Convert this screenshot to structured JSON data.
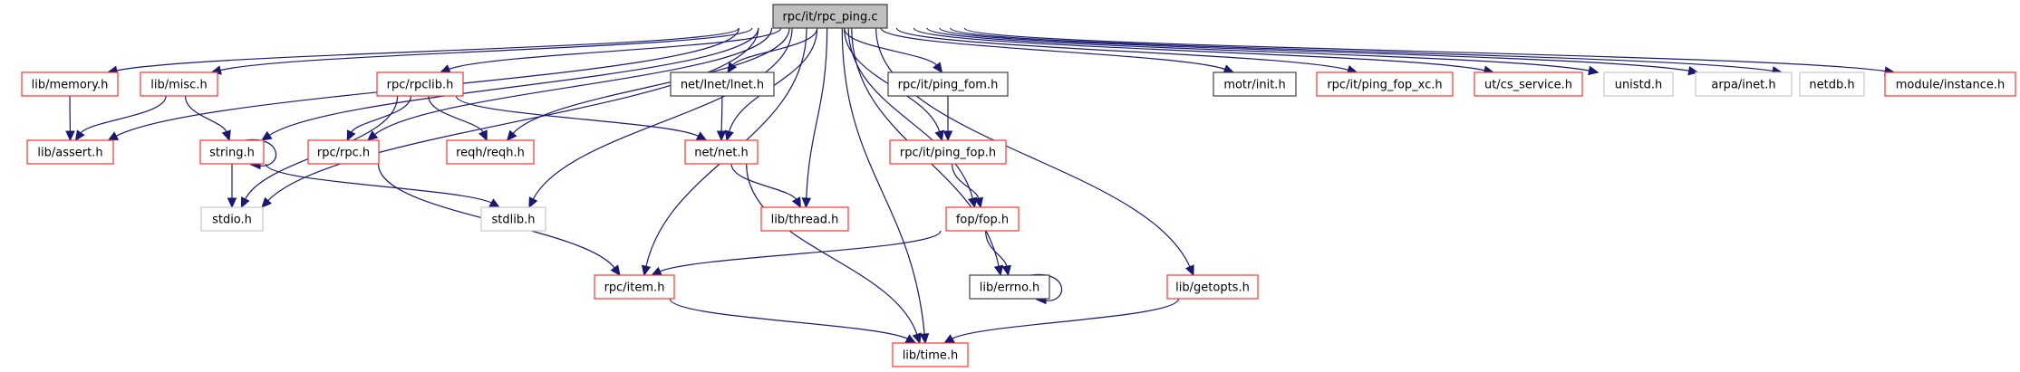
{
  "title": "rpc/it/rpc_ping.c",
  "colors": {
    "edge": "#191970",
    "root_fill": "#bfbfbf",
    "documented_border": "#404040",
    "undocumented_border": "#ff3333",
    "external_border": "#c8c8c8"
  },
  "nodes": [
    {
      "id": "root",
      "label": "rpc/it/rpc_ping.c",
      "kind": "root"
    },
    {
      "id": "lib_memory",
      "label": "lib/memory.h",
      "kind": "undocumented"
    },
    {
      "id": "lib_misc",
      "label": "lib/misc.h",
      "kind": "undocumented"
    },
    {
      "id": "rpc_rpclib",
      "label": "rpc/rpclib.h",
      "kind": "undocumented"
    },
    {
      "id": "net_lnet",
      "label": "net/lnet/lnet.h",
      "kind": "documented"
    },
    {
      "id": "ping_fom",
      "label": "rpc/it/ping_fom.h",
      "kind": "documented"
    },
    {
      "id": "motr_init",
      "label": "motr/init.h",
      "kind": "documented"
    },
    {
      "id": "ping_fop_xc",
      "label": "rpc/it/ping_fop_xc.h",
      "kind": "undocumented"
    },
    {
      "id": "cs_service",
      "label": "ut/cs_service.h",
      "kind": "undocumented"
    },
    {
      "id": "unistd",
      "label": "unistd.h",
      "kind": "external"
    },
    {
      "id": "arpa_inet",
      "label": "arpa/inet.h",
      "kind": "external"
    },
    {
      "id": "netdb",
      "label": "netdb.h",
      "kind": "external"
    },
    {
      "id": "module_instance",
      "label": "module/instance.h",
      "kind": "undocumented"
    },
    {
      "id": "lib_assert",
      "label": "lib/assert.h",
      "kind": "undocumented"
    },
    {
      "id": "string_h",
      "label": "string.h",
      "kind": "undocumented"
    },
    {
      "id": "rpc_rpc",
      "label": "rpc/rpc.h",
      "kind": "undocumented"
    },
    {
      "id": "reqh",
      "label": "reqh/reqh.h",
      "kind": "undocumented"
    },
    {
      "id": "net_net",
      "label": "net/net.h",
      "kind": "undocumented"
    },
    {
      "id": "ping_fop",
      "label": "rpc/it/ping_fop.h",
      "kind": "undocumented"
    },
    {
      "id": "stdio",
      "label": "stdio.h",
      "kind": "external"
    },
    {
      "id": "stdlib",
      "label": "stdlib.h",
      "kind": "external"
    },
    {
      "id": "lib_thread",
      "label": "lib/thread.h",
      "kind": "undocumented"
    },
    {
      "id": "fop_fop",
      "label": "fop/fop.h",
      "kind": "undocumented"
    },
    {
      "id": "rpc_item",
      "label": "rpc/item.h",
      "kind": "undocumented"
    },
    {
      "id": "lib_errno",
      "label": "lib/errno.h",
      "kind": "documented"
    },
    {
      "id": "lib_getopts",
      "label": "lib/getopts.h",
      "kind": "undocumented"
    },
    {
      "id": "lib_time",
      "label": "lib/time.h",
      "kind": "undocumented"
    }
  ],
  "edges": [
    [
      "root",
      "lib_assert"
    ],
    [
      "root",
      "lib_memory"
    ],
    [
      "root",
      "lib_misc"
    ],
    [
      "root",
      "string_h"
    ],
    [
      "root",
      "stdio"
    ],
    [
      "root",
      "rpc_rpc"
    ],
    [
      "root",
      "rpc_rpclib"
    ],
    [
      "root",
      "reqh"
    ],
    [
      "root",
      "stdlib"
    ],
    [
      "root",
      "rpc_item"
    ],
    [
      "root",
      "net_lnet"
    ],
    [
      "root",
      "net_net"
    ],
    [
      "root",
      "lib_thread"
    ],
    [
      "root",
      "ping_fom"
    ],
    [
      "root",
      "ping_fop"
    ],
    [
      "root",
      "fop_fop"
    ],
    [
      "root",
      "lib_errno"
    ],
    [
      "root",
      "lib_time"
    ],
    [
      "root",
      "lib_getopts"
    ],
    [
      "root",
      "motr_init"
    ],
    [
      "root",
      "ping_fop_xc"
    ],
    [
      "root",
      "cs_service"
    ],
    [
      "root",
      "unistd"
    ],
    [
      "root",
      "arpa_inet"
    ],
    [
      "root",
      "netdb"
    ],
    [
      "root",
      "module_instance"
    ],
    [
      "lib_memory",
      "lib_assert"
    ],
    [
      "lib_misc",
      "lib_assert"
    ],
    [
      "lib_misc",
      "string_h"
    ],
    [
      "string_h",
      "string_h"
    ],
    [
      "string_h",
      "stdio"
    ],
    [
      "string_h",
      "stdlib"
    ],
    [
      "rpc_rpclib",
      "rpc_rpc"
    ],
    [
      "rpc_rpclib",
      "stdio"
    ],
    [
      "rpc_rpclib",
      "reqh"
    ],
    [
      "rpc_rpclib",
      "net_net"
    ],
    [
      "rpc_rpc",
      "rpc_item"
    ],
    [
      "net_lnet",
      "net_net"
    ],
    [
      "net_net",
      "lib_thread"
    ],
    [
      "net_net",
      "lib_time"
    ],
    [
      "ping_fom",
      "ping_fop"
    ],
    [
      "ping_fop",
      "fop_fop"
    ],
    [
      "fop_fop",
      "rpc_item"
    ],
    [
      "fop_fop",
      "lib_errno"
    ],
    [
      "lib_errno",
      "lib_errno"
    ],
    [
      "rpc_item",
      "lib_time"
    ],
    [
      "lib_getopts",
      "lib_time"
    ]
  ]
}
